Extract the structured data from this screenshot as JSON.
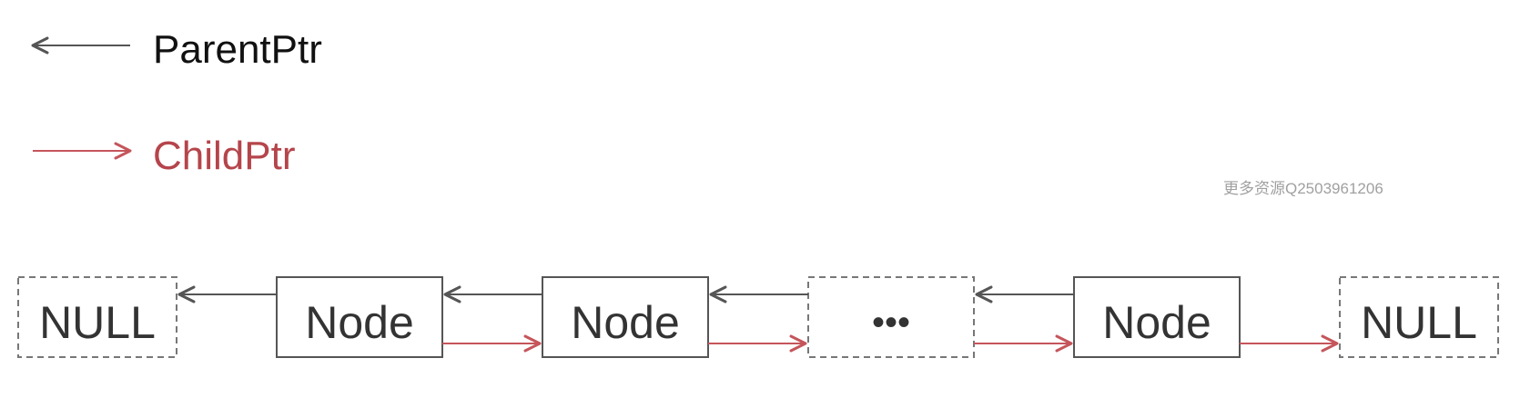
{
  "legend": {
    "parent": {
      "label": "ParentPtr",
      "color": "#555555"
    },
    "child": {
      "label": "ChildPtr",
      "color": "#b5454b"
    }
  },
  "watermark": "更多资源Q2503961206",
  "nodes": [
    {
      "label": "NULL",
      "style": "dashed"
    },
    {
      "label": "Node",
      "style": "solid"
    },
    {
      "label": "Node",
      "style": "solid"
    },
    {
      "label": "•••",
      "style": "dashed"
    },
    {
      "label": "Node",
      "style": "solid"
    },
    {
      "label": "NULL",
      "style": "dashed"
    }
  ],
  "colors": {
    "box_border": "#555555",
    "dashed_border": "#777777",
    "text": "#333333",
    "parent_arrow": "#555555",
    "child_arrow": "#c5555b"
  }
}
